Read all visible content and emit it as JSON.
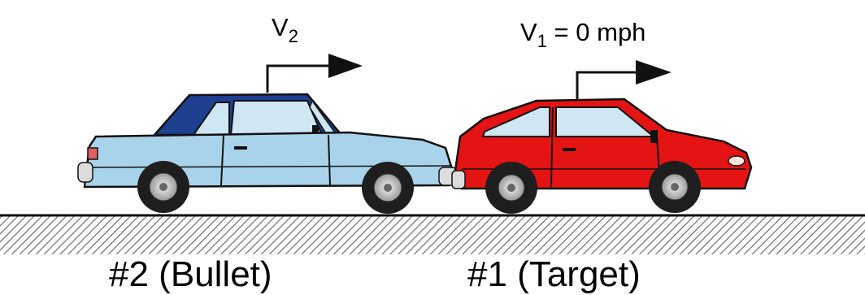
{
  "bullet_car": {
    "velocity_symbol": "V",
    "velocity_subscript": "2",
    "caption": "#2 (Bullet)",
    "body_color": "#a9d3ea",
    "roof_color": "#1f3f8f"
  },
  "target_car": {
    "velocity_symbol": "V",
    "velocity_subscript": "1",
    "velocity_value": " = 0 mph",
    "caption": "#1 (Target)",
    "body_color": "#e41414"
  },
  "arrow_icon": "arrow-right-icon",
  "ground_icon": "hatched-ground-icon"
}
